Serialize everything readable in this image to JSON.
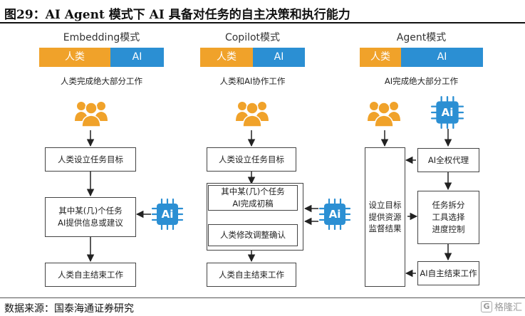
{
  "figure": {
    "title": "图29：AI Agent 模式下 AI 具备对任务的自主决策和执行能力",
    "source": "数据来源：国泰海通证券研究"
  },
  "icon_label": "Ai",
  "colors": {
    "human": "#f0a22a",
    "ai": "#2b8fd3"
  },
  "modes": [
    {
      "name": "Embedding模式",
      "bar_human": "人类",
      "bar_ai": "AI",
      "split": 0.57,
      "subtitle": "人类完成绝大部分工作",
      "steps": [
        "人类设立任务目标",
        "其中某(几)个任务\nAI提供信息或建议",
        "人类自主结束工作"
      ]
    },
    {
      "name": "Copilot模式",
      "bar_human": "人类",
      "bar_ai": "AI",
      "split": 0.5,
      "subtitle": "人类和AI协作工作",
      "steps": [
        "人类设立任务目标",
        "其中某(几)个任务\nAI完成初稿",
        "人类修改调整确认",
        "人类自主结束工作"
      ]
    },
    {
      "name": "Agent模式",
      "bar_human": "人类",
      "bar_ai": "AI",
      "split": 0.33,
      "subtitle": "AI完成绝大部分工作",
      "human_box": "设立目标\n提供资源\n监督结果",
      "steps": [
        "AI全权代理",
        "任务拆分\n工具选择\n进度控制",
        "AI自主结束工作"
      ]
    }
  ],
  "watermark": {
    "logo": "G",
    "text": "格隆汇"
  }
}
